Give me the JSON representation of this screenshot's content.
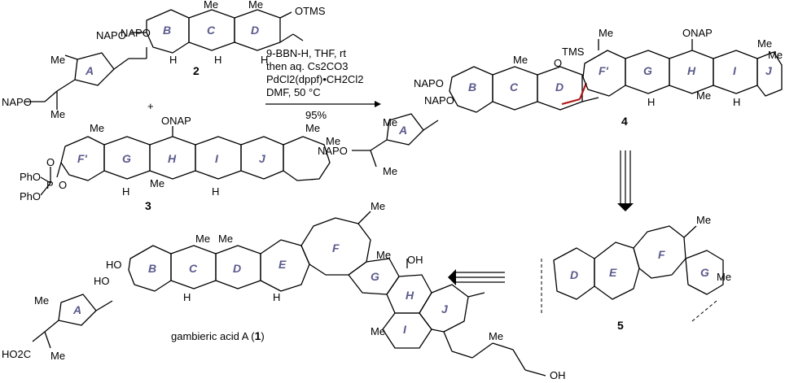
{
  "compounds": {
    "c2": {
      "number": "2",
      "rings": [
        "A",
        "B",
        "C",
        "D"
      ],
      "labels": [
        "NAPO",
        "NAPO",
        "NAPO",
        "OTMS",
        "Me",
        "Me",
        "Me",
        "Me"
      ]
    },
    "c3": {
      "number": "3",
      "rings": [
        "F'",
        "G",
        "H",
        "I",
        "J"
      ],
      "labels": [
        "ONAP",
        "Me",
        "Me",
        "Me",
        "Me",
        "PhO",
        "PhO",
        "P",
        "O",
        "O"
      ]
    },
    "c4": {
      "number": "4",
      "rings": [
        "A",
        "B",
        "C",
        "D",
        "F'",
        "G",
        "H",
        "I",
        "J"
      ],
      "labels": [
        "NAPO",
        "NAPO",
        "NAPO",
        "TMS",
        "O",
        "ONAP",
        "Me",
        "Me",
        "Me",
        "Me",
        "Me",
        "Me",
        "Me"
      ]
    },
    "c5": {
      "number": "5",
      "rings": [
        "D",
        "E",
        "F",
        "G"
      ],
      "labels": [
        "Me",
        "Me"
      ]
    },
    "c1": {
      "name": "gambieric acid A (",
      "number": "1",
      "name_end": ")",
      "rings": [
        "A",
        "B",
        "C",
        "D",
        "E",
        "F",
        "G",
        "H",
        "I",
        "J"
      ],
      "labels": [
        "HO",
        "HO",
        "HO2C",
        "OH",
        "OH",
        "Me",
        "Me",
        "Me",
        "Me",
        "Me",
        "Me",
        "Me",
        "Me"
      ]
    }
  },
  "conditions": {
    "line1": "9-BBN-H, THF, rt",
    "line2": "then aq. Cs2CO3",
    "line3": "PdCl2(dppf)•CH2Cl2",
    "line4": "DMF, 50 °C",
    "yield": "95%",
    "plus": "+"
  },
  "misc": {
    "H": "H",
    "O": "O"
  }
}
